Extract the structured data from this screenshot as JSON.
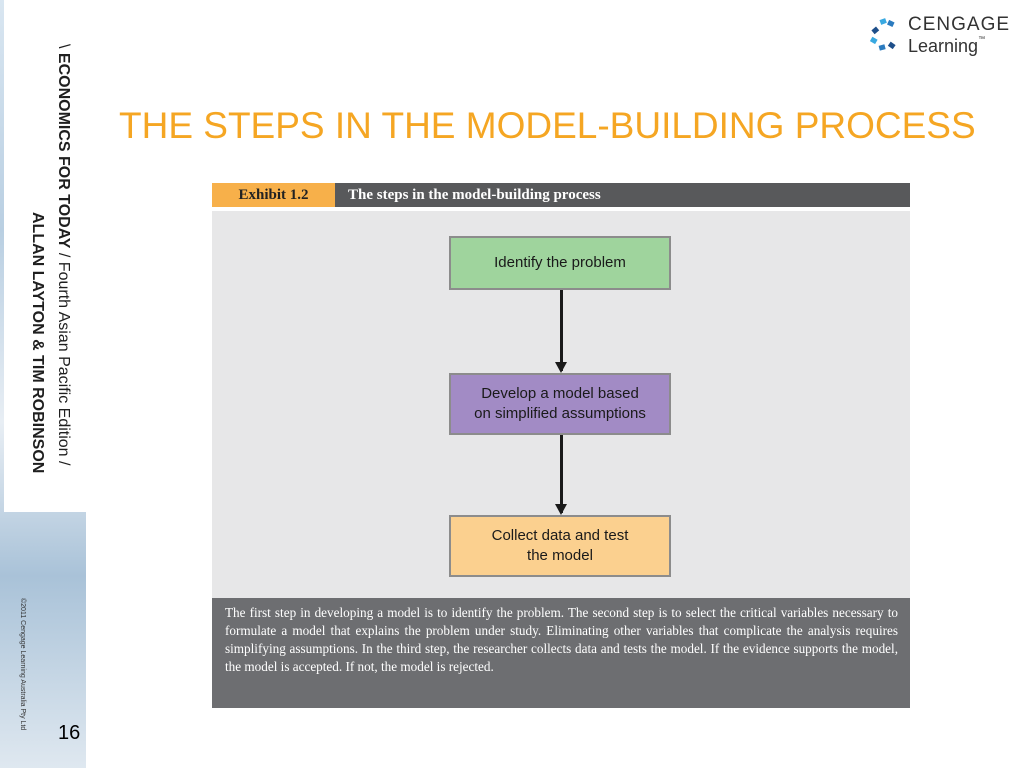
{
  "sidebar": {
    "title_prefix": "\\ ",
    "title_bold": "ECONOMICS FOR TODAY",
    "title_rest": " / Fourth Asian Pacific Edition /",
    "authors": "ALLAN LAYTON & TIM ROBINSON",
    "copyright": "©2011 Cengage Learning Australia Pty Ltd",
    "page_number": "16"
  },
  "logo": {
    "line1": "CENGAGE",
    "line2": "Learning",
    "trademark": "™",
    "colors": [
      "#2b7bbf",
      "#39a9e1",
      "#1e4f8a"
    ]
  },
  "slide": {
    "title": "THE STEPS IN THE MODEL-BUILDING PROCESS",
    "title_color": "#f5a623"
  },
  "exhibit": {
    "tag": "Exhibit 1.2",
    "caption": "The steps in the model-building process",
    "steps": [
      {
        "text": "Identify the problem",
        "color": "#9fd49d"
      },
      {
        "text": "Develop a model based\non simplified assumptions",
        "color": "#a28bc5"
      },
      {
        "text": "Collect data and test\nthe model",
        "color": "#fbd08f"
      }
    ],
    "note": "The first step in developing a model is to identify the problem. The second step is to select the critical variables necessary to formulate a model that explains the problem under study. Eliminating other variables that complicate the analysis requires simplifying assumptions. In the third step, the researcher collects data and tests the model. If the evidence supports the model, the model is accepted. If not, the model is rejected."
  }
}
